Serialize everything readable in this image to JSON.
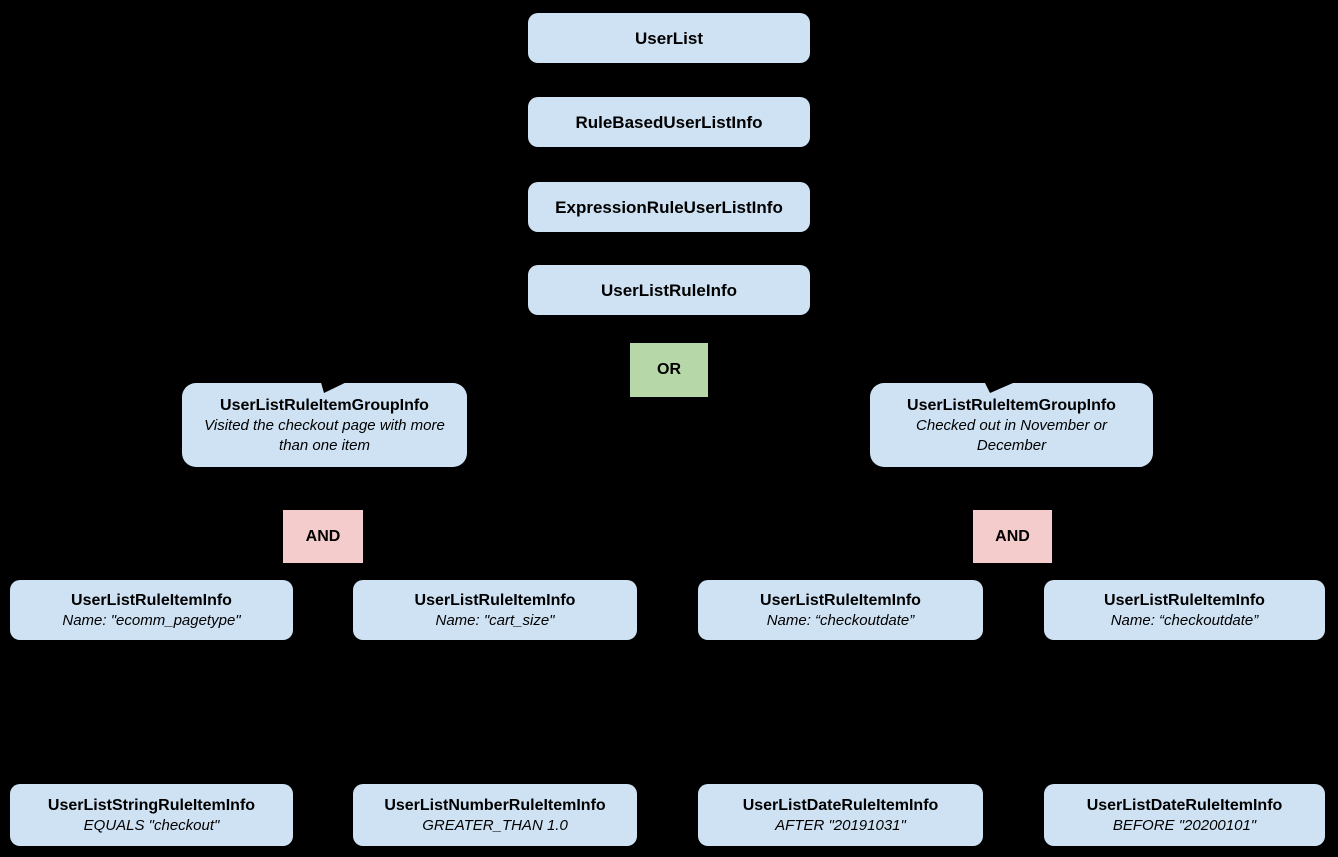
{
  "diagram": {
    "colors": {
      "background": "#000000",
      "node_fill": "#cfe2f3",
      "or_fill": "#b6d7a8",
      "and_fill": "#f4cccc",
      "text": "#000000"
    },
    "chain": [
      {
        "label": "UserList"
      },
      {
        "label": "RuleBasedUserListInfo"
      },
      {
        "label": "ExpressionRuleUserListInfo"
      },
      {
        "label": "UserListRuleInfo"
      }
    ],
    "or_label": "OR",
    "groups": [
      {
        "title": "UserListRuleItemGroupInfo",
        "description": "Visited the checkout page with more than one item",
        "operator": "AND",
        "items": [
          {
            "title": "UserListRuleItemInfo",
            "subtitle": "Name: \"ecomm_pagetype\"",
            "leaf": {
              "title": "UserListStringRuleItemInfo",
              "subtitle": "EQUALS \"checkout\""
            }
          },
          {
            "title": "UserListRuleItemInfo",
            "subtitle": "Name: \"cart_size\"",
            "leaf": {
              "title": "UserListNumberRuleItemInfo",
              "subtitle": "GREATER_THAN 1.0"
            }
          }
        ]
      },
      {
        "title": "UserListRuleItemGroupInfo",
        "description": "Checked out in November or December",
        "operator": "AND",
        "items": [
          {
            "title": "UserListRuleItemInfo",
            "subtitle": "Name: “checkoutdate”",
            "leaf": {
              "title": "UserListDateRuleItemInfo",
              "subtitle": "AFTER \"20191031\""
            }
          },
          {
            "title": "UserListRuleItemInfo",
            "subtitle": "Name: “checkoutdate”",
            "leaf": {
              "title": "UserListDateRuleItemInfo",
              "subtitle": "BEFORE \"20200101\""
            }
          }
        ]
      }
    ]
  }
}
